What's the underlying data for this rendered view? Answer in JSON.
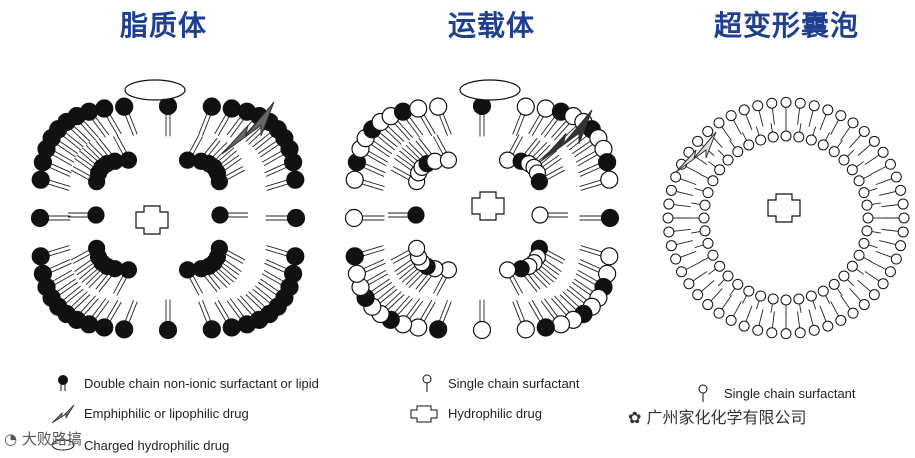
{
  "titles": {
    "liposome": "脂质体",
    "carrier": "运载体",
    "transfersome": "超变形囊泡"
  },
  "legend_left": [
    {
      "icon": "lipid-icon",
      "text": "Double chain non-ionic surfactant or lipid"
    },
    {
      "icon": "lightning-drug-icon",
      "text": "Emphiphilic or lipophilic drug"
    },
    {
      "icon": "ellipse-drug-icon",
      "text": "Charged hydrophilic drug"
    }
  ],
  "legend_mid": [
    {
      "icon": "single-chain-icon",
      "text": "Single chain surfactant"
    },
    {
      "icon": "hydrophilic-drug-icon",
      "text": "Hydrophilic drug"
    }
  ],
  "legend_right": [
    {
      "icon": "single-chain-icon",
      "text": "Single chain surfactant"
    }
  ],
  "watermarks": {
    "left": "大败路搞",
    "right": "广州家化化学有限公司"
  }
}
